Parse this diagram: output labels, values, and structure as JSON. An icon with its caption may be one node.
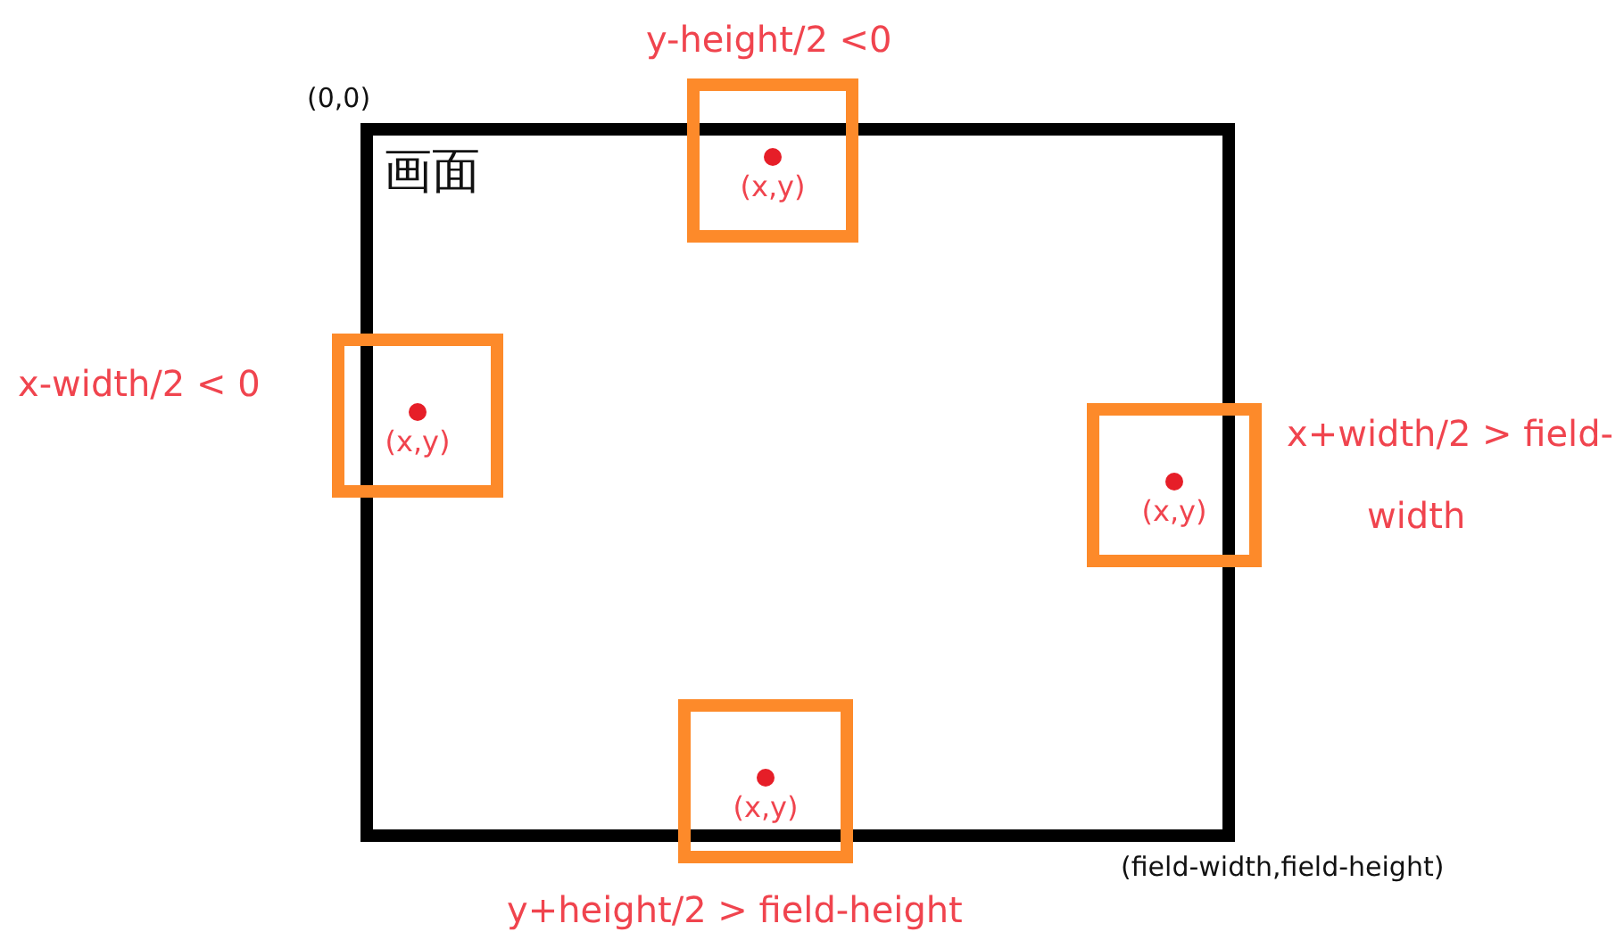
{
  "diagram": {
    "nodes": [
      {
        "text": [
          "画面"
        ]
      },
      {
        "text": [
          "(x,y)"
        ],
        "beside": [
          "y-height/2 <0"
        ]
      },
      {
        "text": [
          "(x,y)"
        ],
        "beside": [
          "x-width/2 < 0"
        ]
      },
      {
        "text": [
          "(x,y)"
        ],
        "beside": [
          "x+width/2 > field-width"
        ]
      },
      {
        "text": [
          "(x,y)"
        ],
        "beside": [
          "y+height/2 > field-height"
        ]
      }
    ],
    "labels": [
      "(0,0)",
      "(field-width,field-height)"
    ]
  }
}
